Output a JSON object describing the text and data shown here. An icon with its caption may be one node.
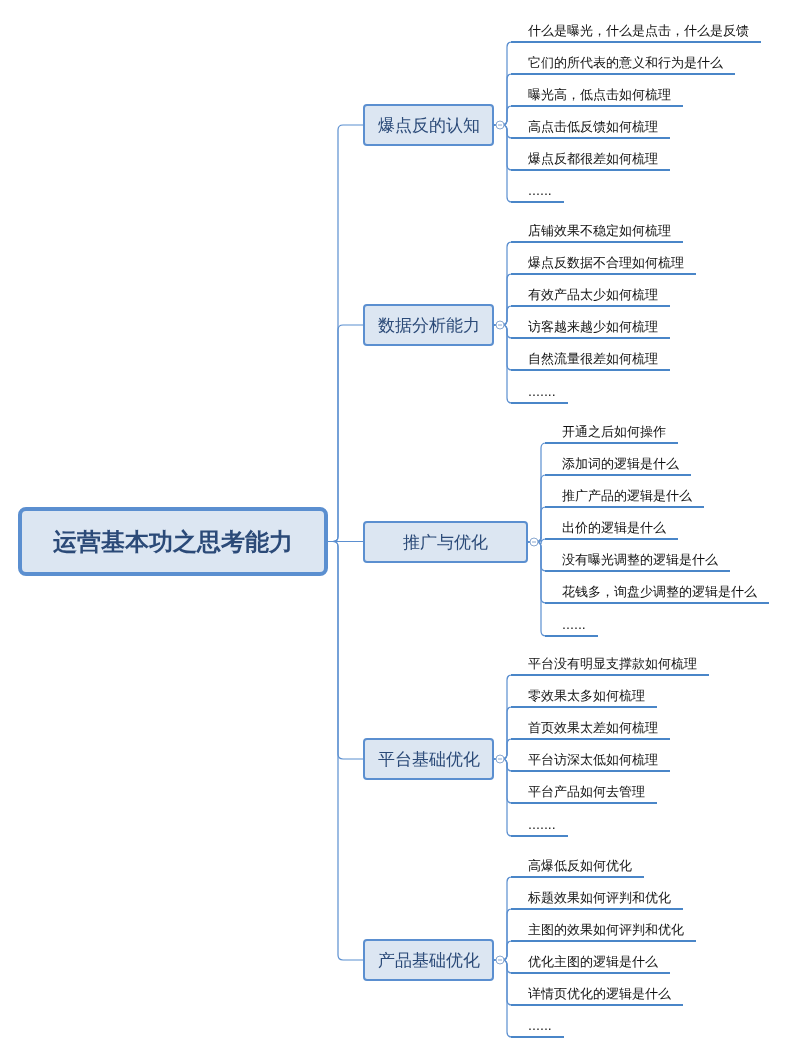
{
  "diagram": {
    "nodes": [
      {
        "text": [
          "运营基本功之思考能力"
        ]
      },
      {
        "text": [
          "爆点反的认知"
        ]
      },
      {
        "text": [
          "什么是曝光，什么是点击，什么是反馈"
        ]
      },
      {
        "text": [
          "它们的所代表的意义和行为是什么"
        ]
      },
      {
        "text": [
          "曝光高，低点击如何梳理"
        ]
      },
      {
        "text": [
          "高点击低反馈如何梳理"
        ]
      },
      {
        "text": [
          "爆点反都很差如何梳理"
        ]
      },
      {
        "text": [
          "......"
        ]
      },
      {
        "text": [
          "数据分析能力"
        ]
      },
      {
        "text": [
          "店铺效果不稳定如何梳理"
        ]
      },
      {
        "text": [
          "爆点反数据不合理如何梳理"
        ]
      },
      {
        "text": [
          "有效产品太少如何梳理"
        ]
      },
      {
        "text": [
          "访客越来越少如何梳理"
        ]
      },
      {
        "text": [
          "自然流量很差如何梳理"
        ]
      },
      {
        "text": [
          "......."
        ]
      },
      {
        "text": [
          "推广与优化"
        ]
      },
      {
        "text": [
          "开通之后如何操作"
        ]
      },
      {
        "text": [
          "添加词的逻辑是什么"
        ]
      },
      {
        "text": [
          "推广产品的逻辑是什么"
        ]
      },
      {
        "text": [
          "出价的逻辑是什么"
        ]
      },
      {
        "text": [
          "没有曝光调整的逻辑是什么"
        ]
      },
      {
        "text": [
          "花钱多，询盘少调整的逻辑是什么"
        ]
      },
      {
        "text": [
          "......"
        ]
      },
      {
        "text": [
          "平台基础优化"
        ]
      },
      {
        "text": [
          "平台没有明显支撑款如何梳理"
        ]
      },
      {
        "text": [
          "零效果太多如何梳理"
        ]
      },
      {
        "text": [
          "首页效果太差如何梳理"
        ]
      },
      {
        "text": [
          "平台访深太低如何梳理"
        ]
      },
      {
        "text": [
          "平台产品如何去管理"
        ]
      },
      {
        "text": [
          "......."
        ]
      },
      {
        "text": [
          "产品基础优化"
        ]
      },
      {
        "text": [
          "高爆低反如何优化"
        ]
      },
      {
        "text": [
          "标题效果如何评判和优化"
        ]
      },
      {
        "text": [
          "主图的效果如何评判和优化"
        ]
      },
      {
        "text": [
          "优化主图的逻辑是什么"
        ]
      },
      {
        "text": [
          "详情页优化的逻辑是什么"
        ]
      },
      {
        "text": [
          "......"
        ]
      }
    ],
    "edges": [
      {
        "from": 0,
        "to": 1,
        "arrow": "none"
      },
      {
        "from": 0,
        "to": 8,
        "arrow": "none"
      },
      {
        "from": 0,
        "to": 15,
        "arrow": "none"
      },
      {
        "from": 0,
        "to": 23,
        "arrow": "none"
      },
      {
        "from": 0,
        "to": 30,
        "arrow": "none"
      },
      {
        "from": 1,
        "to": 2,
        "arrow": "none"
      },
      {
        "from": 1,
        "to": 3,
        "arrow": "none"
      },
      {
        "from": 1,
        "to": 4,
        "arrow": "none"
      },
      {
        "from": 1,
        "to": 5,
        "arrow": "none"
      },
      {
        "from": 1,
        "to": 6,
        "arrow": "none"
      },
      {
        "from": 1,
        "to": 7,
        "arrow": "none"
      },
      {
        "from": 8,
        "to": 9,
        "arrow": "none"
      },
      {
        "from": 8,
        "to": 10,
        "arrow": "none"
      },
      {
        "from": 8,
        "to": 11,
        "arrow": "none"
      },
      {
        "from": 8,
        "to": 12,
        "arrow": "none"
      },
      {
        "from": 8,
        "to": 13,
        "arrow": "none"
      },
      {
        "from": 8,
        "to": 14,
        "arrow": "none"
      },
      {
        "from": 15,
        "to": 16,
        "arrow": "none"
      },
      {
        "from": 15,
        "to": 17,
        "arrow": "none"
      },
      {
        "from": 15,
        "to": 18,
        "arrow": "none"
      },
      {
        "from": 15,
        "to": 19,
        "arrow": "none"
      },
      {
        "from": 15,
        "to": 20,
        "arrow": "none"
      },
      {
        "from": 15,
        "to": 21,
        "arrow": "none"
      },
      {
        "from": 15,
        "to": 22,
        "arrow": "none"
      },
      {
        "from": 23,
        "to": 24,
        "arrow": "none"
      },
      {
        "from": 23,
        "to": 25,
        "arrow": "none"
      },
      {
        "from": 23,
        "to": 26,
        "arrow": "none"
      },
      {
        "from": 23,
        "to": 27,
        "arrow": "none"
      },
      {
        "from": 23,
        "to": 28,
        "arrow": "none"
      },
      {
        "from": 23,
        "to": 29,
        "arrow": "none"
      },
      {
        "from": 30,
        "to": 31,
        "arrow": "none"
      },
      {
        "from": 30,
        "to": 32,
        "arrow": "none"
      },
      {
        "from": 30,
        "to": 33,
        "arrow": "none"
      },
      {
        "from": 30,
        "to": 34,
        "arrow": "none"
      },
      {
        "from": 30,
        "to": 35,
        "arrow": "none"
      },
      {
        "from": 30,
        "to": 36,
        "arrow": "none"
      }
    ]
  }
}
